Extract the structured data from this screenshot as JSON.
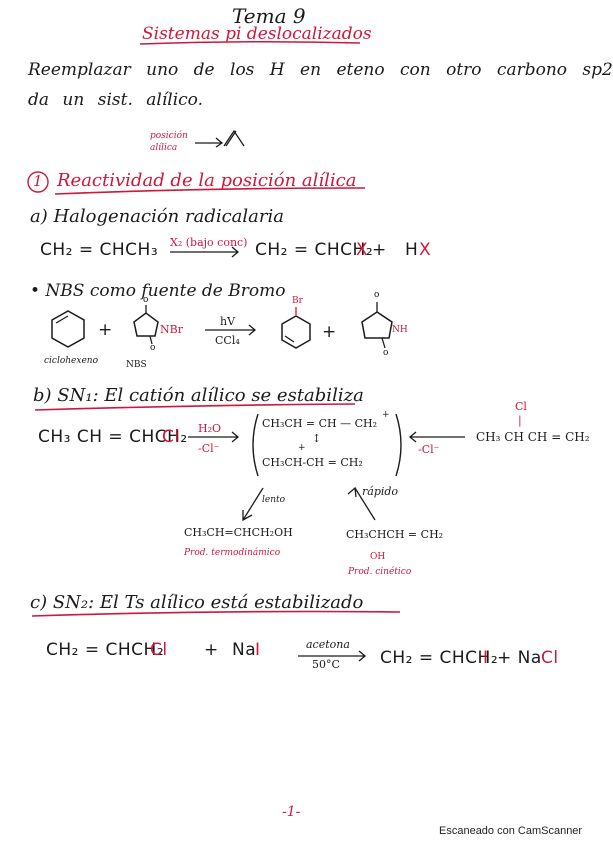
{
  "page": {
    "title": "Tema 9",
    "subtitle": "Sistemas pi deslocalizados",
    "intro_line1": "Reemplazar uno de los H en eteno con otro carbono sp2",
    "intro_line2": "da un sist. alílico.",
    "allyl_label_line1": "posición",
    "allyl_label_line2": "alílica",
    "section1_number": "1",
    "section1_title": "Reactividad de la posición alílica",
    "a_title": "a) Halogenación radicalaria",
    "a_eq_left": "CH₂ = CHCH₃",
    "a_eq_arrow_label": "X₂ (bajo conc)",
    "a_eq_right": "CH₂ = CHCH₂",
    "a_eq_right_x": "X",
    "a_eq_plus": "+",
    "a_eq_hx_h": "H",
    "a_eq_hx_x": "X",
    "nbs_line": "• NBS como fuente de Bromo",
    "nbs_nbr": "NBr",
    "nbs_o1": "o",
    "nbs_o2": "o",
    "nbs_plus1": "+",
    "nbs_plus2": "+",
    "nbs_hv": "hV",
    "nbs_ccl4": "CCl₄",
    "nbs_br": "Br",
    "nbs_nh": "NH",
    "nbs_o3": "o",
    "nbs_o4": "o",
    "ciclohexeno_label": "ciclohexeno",
    "nbs_label": "NBS",
    "b_title": "b) SN₁: El catión alílico se estabiliza",
    "b_eq_left": "CH₃ CH = CHCH₂",
    "b_eq_left_cl": "Cl",
    "b_arrow_top": "H₂O",
    "b_arrow_bottom": "-Cl⁻",
    "b_res1": "CH₃CH = CH — CH₂",
    "b_res1_charge": "+",
    "b_res_arrow": "↕",
    "b_res2_charge": "+",
    "b_res2": "CH₃CH-CH = CH₂",
    "b_back_arrow_label": "-Cl⁻",
    "b_right": "CH₃ CH CH = CH₂",
    "b_right_cl": "Cl",
    "b_right_bar": "|",
    "lento": "lento",
    "rapido": "rápido",
    "prod1": "CH₃CH=CHCH₂OH",
    "prod1_label": "Prod. termodinámico",
    "prod2": "CH₃CHCH = CH₂",
    "prod2_oh": "OH",
    "prod2_label": "Prod. cinético",
    "c_title": "c) SN₂: El Ts alílico está estabilizado",
    "c_eq_left": "CH₂ = CHCH₂",
    "c_eq_left_cl": "Cl",
    "c_eq_plus": "+",
    "c_eq_na": "Na",
    "c_eq_i": "I",
    "c_arrow_top": "acetona",
    "c_arrow_bottom": "50°C",
    "c_eq_right": "CH₂ = CHCH₂",
    "c_eq_right_i": "I",
    "c_eq_right_plus": "+ Na",
    "c_eq_right_cl": "Cl",
    "page_number": "-1-",
    "scanner": "Escaneado con CamScanner"
  },
  "colors": {
    "ink": "#1b1b1b",
    "red": "#d0173b",
    "paper": "#ffffff"
  }
}
